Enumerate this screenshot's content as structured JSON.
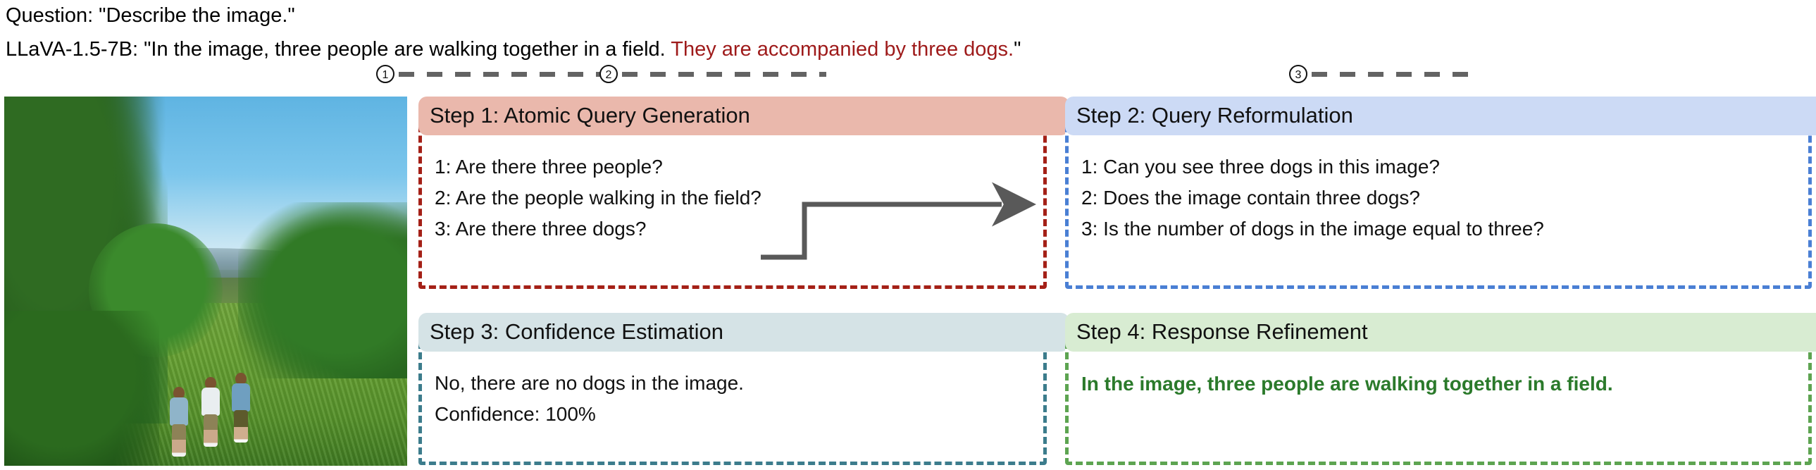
{
  "header": {
    "question_label": "Question:",
    "question_text": "Question: \"Describe the image.\"",
    "model_label": "LLaVA-1.5-7B:",
    "answer_prefix": "LLaVA-1.5-7B: \"In the image, three people are walking together in a field. ",
    "answer_hallucination": "They are accompanied by three dogs.",
    "answer_suffix": "\""
  },
  "connectors": {
    "markers": [
      "1",
      "2",
      "3"
    ]
  },
  "photo": {
    "caption": "three people walking together in a grassy field with trees and distant mountains",
    "alt_name": "input-image"
  },
  "steps": [
    {
      "id": "step-1",
      "title": "Step 1: Atomic Query Generation",
      "accent": "#a42017",
      "header_bg": "#eab8ac",
      "lines": [
        "1: Are there three people?",
        "2: Are the people walking in the field?",
        "3: Are there three dogs?"
      ]
    },
    {
      "id": "step-2",
      "title": "Step 2: Query Reformulation",
      "accent": "#4a7fd4",
      "header_bg": "#ccdaf5",
      "lines": [
        "1: Can you see three dogs in this image?",
        "2: Does the image contain three dogs?",
        "3: Is the number of dogs in the image equal to three?"
      ]
    },
    {
      "id": "step-3",
      "title": "Step 3: Confidence Estimation",
      "accent": "#3c7c8c",
      "header_bg": "#d5e3e6",
      "lines": [
        "No, there are no dogs in the image.",
        "Confidence: 100%"
      ]
    },
    {
      "id": "step-4",
      "title": "Step 4: Response Refinement",
      "accent": "#5da451",
      "header_bg": "#d8ecd2",
      "lines": [
        "In the image, three people are walking together in a field."
      ]
    }
  ]
}
